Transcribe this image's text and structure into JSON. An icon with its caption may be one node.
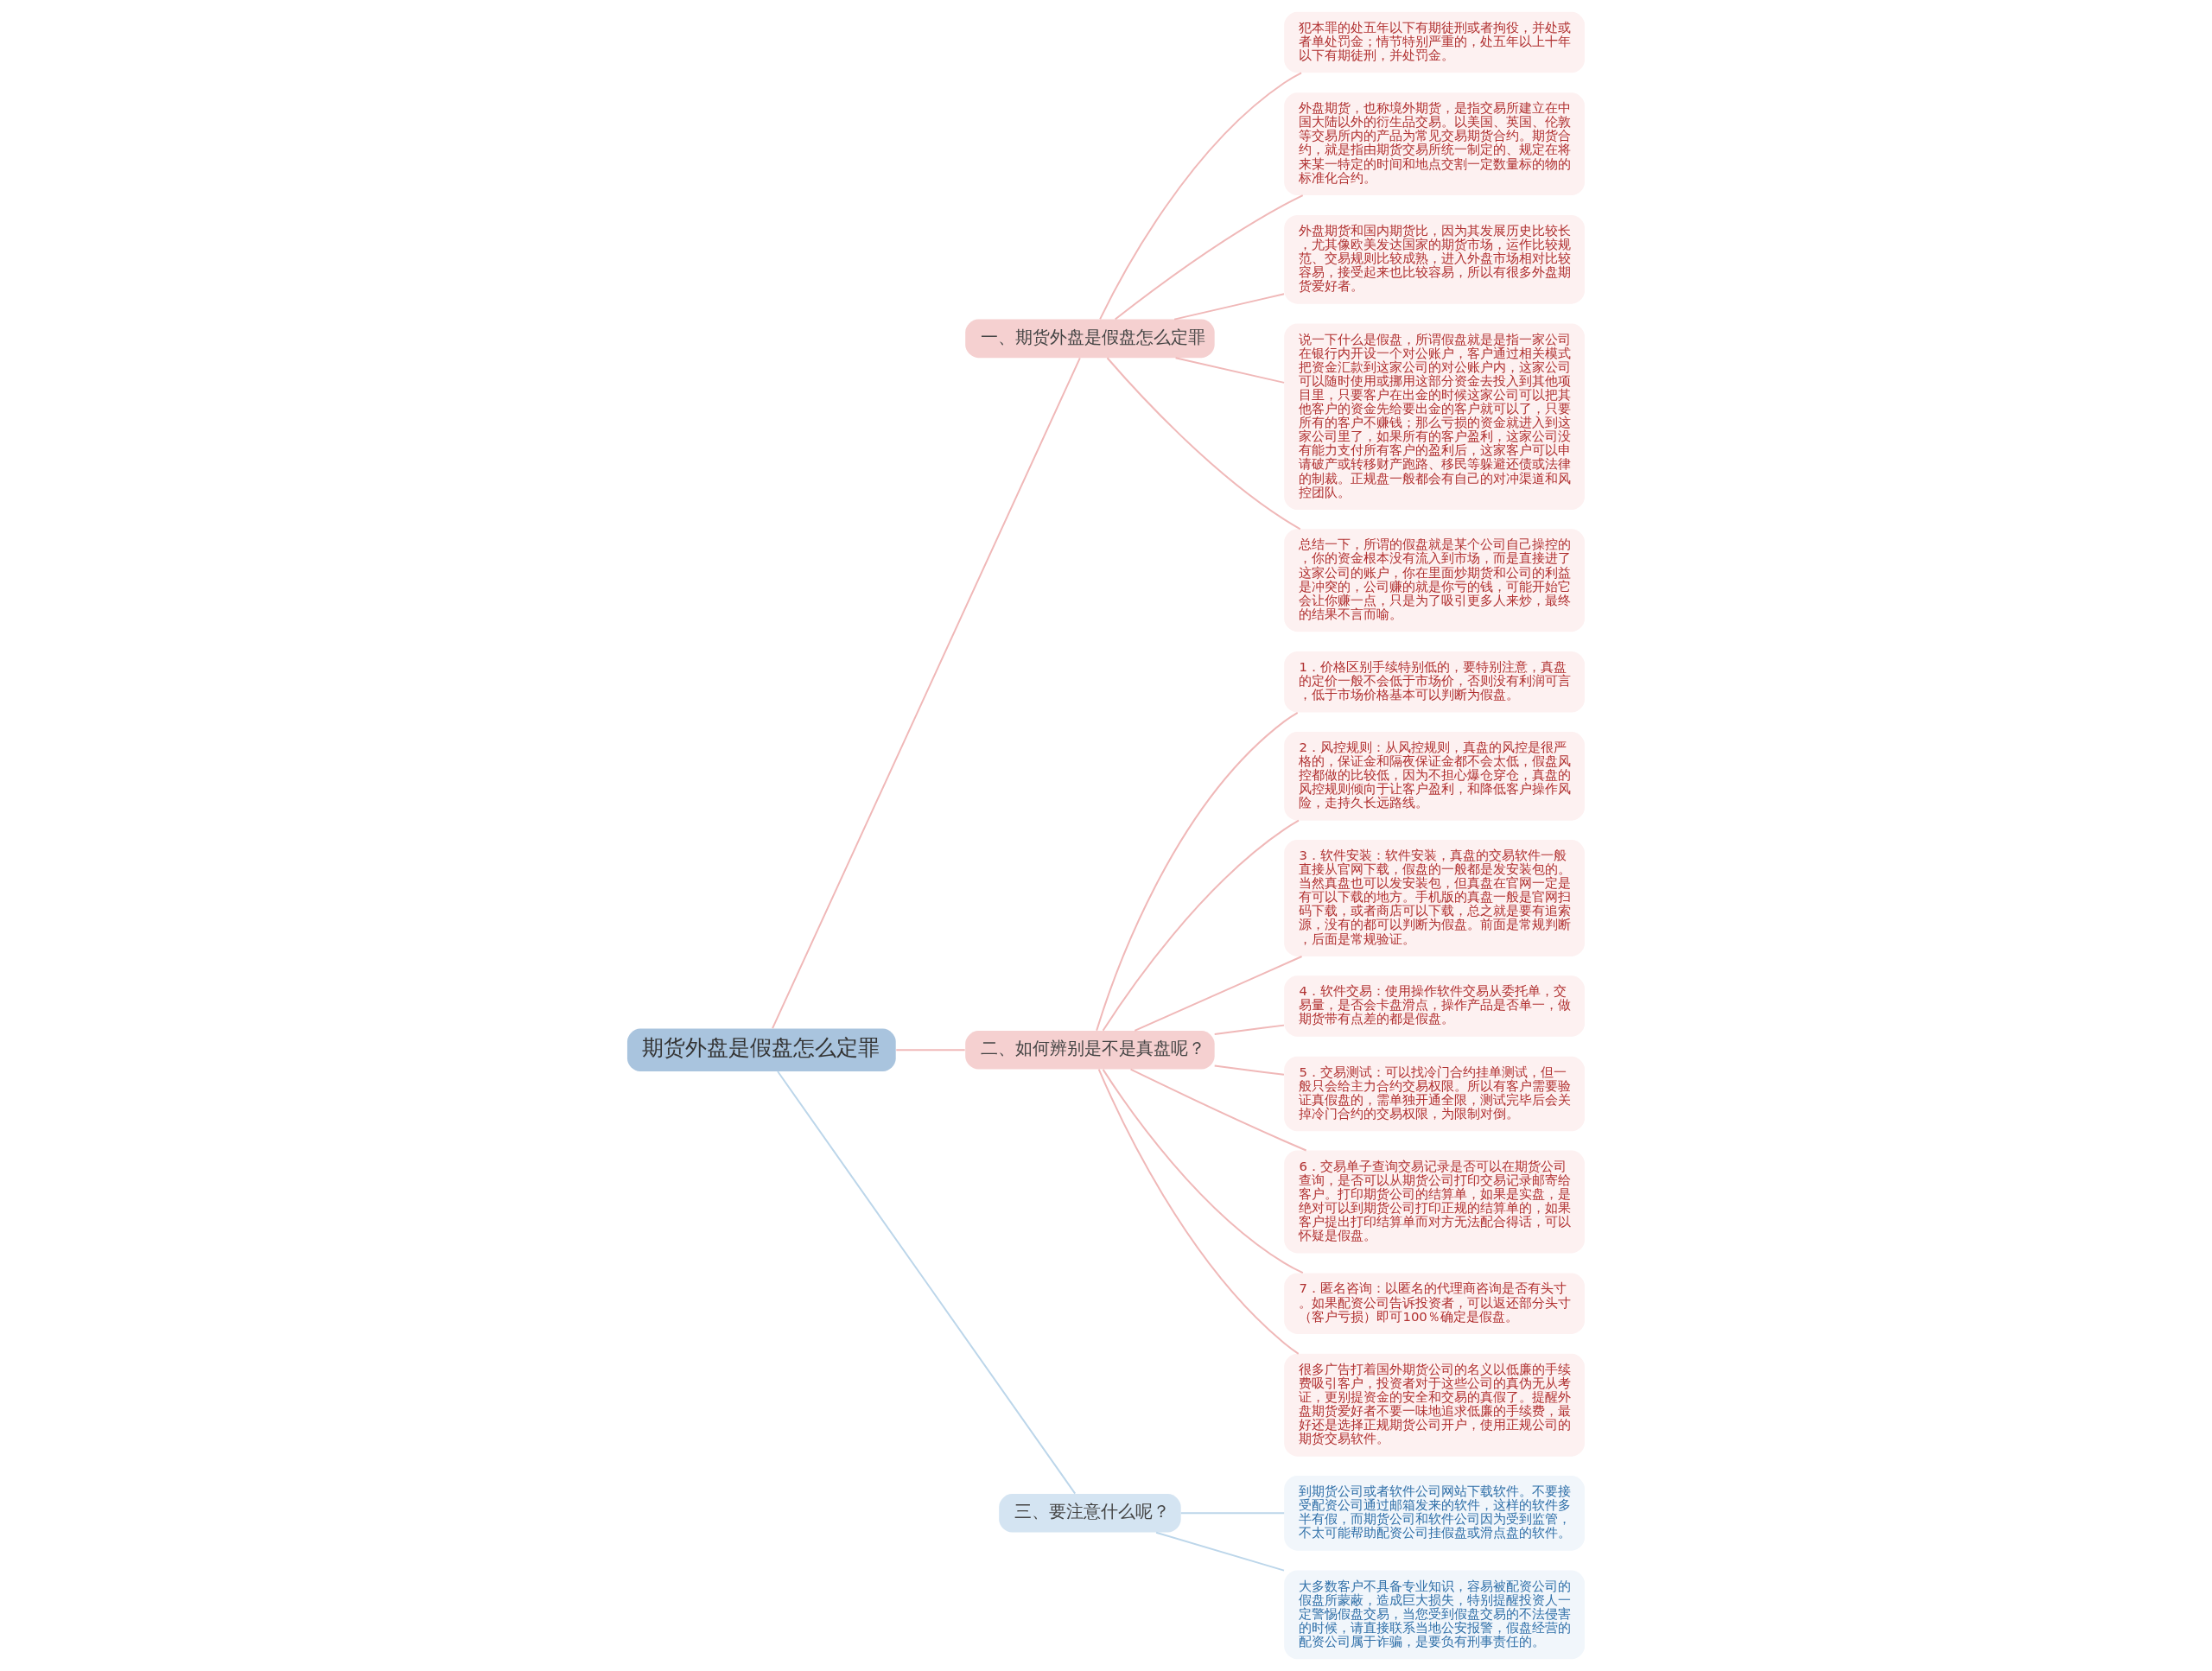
{
  "diagram": {
    "nodes": [
      {
        "text": [
          "期货外盘是假盘怎么定罪"
        ]
      },
      {
        "text": [
          "一、期货外盘是假盘怎么定罪"
        ]
      },
      {
        "text": [
          "犯本罪的处五年以下有期徒刑或者拘役，并处或者单处罚金；情节特别严重的，处五年以上十年以下有期徒刑，并处罚金。"
        ]
      },
      {
        "text": [
          "外盘期货，也称境外期货，是指交易所建立在中国大陆以外的衍生品交易。以美国、英国、伦敦等交易所内的产品为常见交易期货合约。期货合约，就是指由期货交易所统一制定的、规定在将来某一特定的时间和地点交割一定数量标的物的标准化合约。"
        ]
      },
      {
        "text": [
          "外盘期货和国内期货比，因为其发展历史比较长，尤其像欧美发达国家的期货市场，运作比较规范、交易规则比较成熟，进入外盘市场相对比较容易，接受起来也比较容易，所以有很多外盘期货爱好者。"
        ]
      },
      {
        "text": [
          "说一下什么是假盘，所谓假盘就是是指一家公司在银行内开设一个对公账户，客户通过相关模式把资金汇款到这家公司的对公账户内，这家公司可以随时使用或挪用这部分资金去投入到其他项目里，只要客户在出金的时候这家公司可以把其他客户的资金先给要出金的客户就可以了，只要所有的客户不赚钱；那么亏损的资金就进入到这家公司里了，如果所有的客户盈利，这家公司没有能力支付所有客户的盈利后，这家客户可以申请破产或转移财产跑路、移民等躲避还债或法律的制裁。正规盘一般都会有自己的对冲渠道和风控团队。"
        ]
      },
      {
        "text": [
          "总结一下，所谓的假盘就是某个公司自己操控的，你的资金根本没有流入到市场，而是直接进了这家公司的账户，你在里面炒期货和公司的利益是冲突的，公司赚的就是你亏的钱，可能开始它会让你赚一点，只是为了吸引更多人来炒，最终的结果不言而喻。"
        ]
      },
      {
        "text": [
          "二、如何辨别是不是真盘呢？"
        ]
      },
      {
        "text": [
          "1．价格区别手续特别低的，要特别注意，真盘的定价一般不会低于市场价，否则没有利润可言，低于市场价格基本可以判断为假盘。"
        ]
      },
      {
        "text": [
          "2．风控规则：从风控规则，真盘的风控是很严格的，保证金和隔夜保证金都不会太低，假盘风控都做的比较低，因为不担心爆仓穿仓，真盘的风控规则倾向于让客户盈利，和降低客户操作风险，走持久长远路线。"
        ]
      },
      {
        "text": [
          "3．软件安装：软件安装，真盘的交易软件一般直接从官网下载，假盘的一般都是发安装包的。当然真盘也可以发安装包，但真盘在官网一定是有可以下载的地方。手机版的真盘一般是官网扫码下载，或者商店可以下载，总之就是要有追索源，没有的都可以判断为假盘。前面是常规判断，后面是常规验证。"
        ]
      },
      {
        "text": [
          "4．软件交易：使用操作软件交易从委托单，交易量，是否会卡盘滑点，操作产品是否单一，做期货带有点差的都是假盘。"
        ]
      },
      {
        "text": [
          "5．交易测试：可以找冷门合约挂单测试，但一般只会给主力合约交易权限。所以有客户需要验证真假盘的，需单独开通全限，测试完毕后会关掉冷门合约的交易权限，为限制对倒。"
        ]
      },
      {
        "text": [
          "6．交易单子查询交易记录是否可以在期货公司查询，是否可以从期货公司打印交易记录邮寄给客户。打印期货公司的结算单，如果是实盘，是绝对可以到期货公司打印正规的结算单的，如果客户提出打印结算单而对方无法配合得话，可以怀疑是假盘。"
        ]
      },
      {
        "text": [
          "7．匿名咨询：以匿名的代理商咨询是否有头寸。如果配资公司告诉投资者，可以返还部分头寸（客户亏损）即可100％确定是假盘。"
        ]
      },
      {
        "text": [
          "很多广告打着国外期货公司的名义以低廉的手续费吸引客户，投资者对于这些公司的真伪无从考证，更别提资金的安全和交易的真假了。提醒外盘期货爱好者不要一味地追求低廉的手续费，最好还是选择正规期货公司开户，使用正规公司的期货交易软件。"
        ]
      },
      {
        "text": [
          "三、要注意什么呢？"
        ]
      },
      {
        "text": [
          "到期货公司或者软件公司网站下载软件。不要接受配资公司通过邮箱发来的软件，这样的软件多半有假，而期货公司和软件公司因为受到监管，不太可能帮助配资公司挂假盘或滑点盘的软件。"
        ]
      },
      {
        "text": [
          "大多数客户不具备专业知识，容易被配资公司的假盘所蒙蔽，造成巨大损失，特别提醒投资人一定警惕假盘交易，当您受到假盘交易的不法侵害的时候，请直接联系当地公安报警，假盘经营的配资公司属于诈骗，是要负有刑事责任的。"
        ]
      }
    ],
    "edges": [
      {
        "from": 0,
        "to": 1,
        "arrow": "none"
      },
      {
        "from": 1,
        "to": 2,
        "arrow": "none"
      },
      {
        "from": 1,
        "to": 3,
        "arrow": "none"
      },
      {
        "from": 1,
        "to": 4,
        "arrow": "none"
      },
      {
        "from": 1,
        "to": 5,
        "arrow": "none"
      },
      {
        "from": 1,
        "to": 6,
        "arrow": "none"
      },
      {
        "from": 0,
        "to": 7,
        "arrow": "none"
      },
      {
        "from": 7,
        "to": 8,
        "arrow": "none"
      },
      {
        "from": 7,
        "to": 9,
        "arrow": "none"
      },
      {
        "from": 7,
        "to": 10,
        "arrow": "none"
      },
      {
        "from": 7,
        "to": 11,
        "arrow": "none"
      },
      {
        "from": 7,
        "to": 12,
        "arrow": "none"
      },
      {
        "from": 7,
        "to": 13,
        "arrow": "none"
      },
      {
        "from": 7,
        "to": 14,
        "arrow": "none"
      },
      {
        "from": 7,
        "to": 15,
        "arrow": "none"
      },
      {
        "from": 0,
        "to": 16,
        "arrow": "none",
        "color": "#bcd6ea"
      },
      {
        "from": 16,
        "to": 17,
        "arrow": "none",
        "color": "#bcd6ea"
      },
      {
        "from": 16,
        "to": 18,
        "arrow": "none",
        "color": "#bcd6ea"
      }
    ]
  }
}
